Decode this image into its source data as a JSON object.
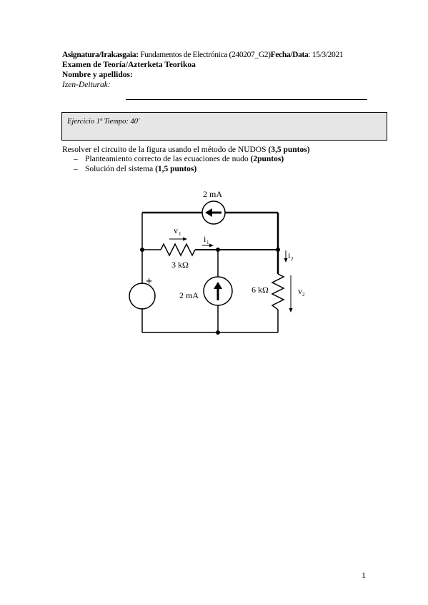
{
  "header": {
    "subject_label": "Asignatura/Irakasgaia:",
    "subject_value": " Fundamentos de Electrónica (240207_G2)",
    "date_label": "Fecha/Data",
    "date_value": ": 15/3/2021",
    "exam_title": "Examen de Teoría/Azterketa Teorikoa",
    "name_label": "Nombre y apellidos:",
    "name_label_basque": "Izen-Deiturak:"
  },
  "exercise": {
    "label": "Ejercicio 1ª Tiempo: 40'"
  },
  "task": {
    "text": "Resolver el circuito de la figura usando el método de NUDOS ",
    "points": "(3,5 puntos)",
    "bullets": [
      {
        "text": "Planteamiento correcto de las ecuaciones de nudo ",
        "points": "(2puntos)"
      },
      {
        "text": "Solución del sistema ",
        "points": "(1,5 puntos)"
      }
    ]
  },
  "circuit": {
    "top_source_label": "2 mA",
    "middle_source_label": "2 mA",
    "resistor1_label": "3 kΩ",
    "resistor2_label": "6 kΩ",
    "v1_label": "v",
    "v1_sub": "1",
    "i1_label": "i",
    "i1_sub": "1",
    "i2_label": "i",
    "i2_sub": "2",
    "v2_label": "v",
    "v2_sub": "2",
    "plus_sign": "+"
  },
  "page_number": "1"
}
